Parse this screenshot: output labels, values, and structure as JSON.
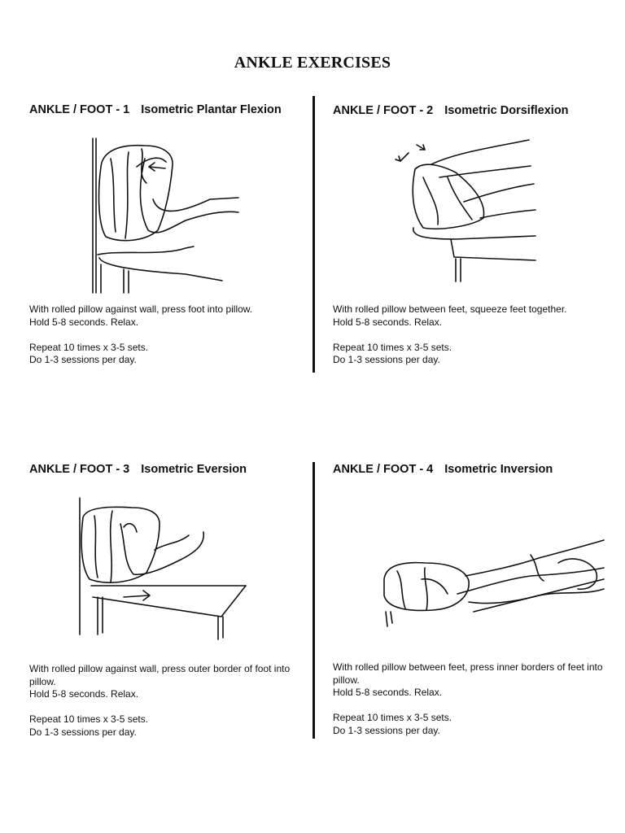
{
  "title": "ANKLE EXERCISES",
  "exercises": [
    {
      "label": "ANKLE / FOOT - 1",
      "name": "Isometric Plantar Flexion",
      "instruction": "With rolled pillow against wall, press foot into pillow.",
      "hold": "Hold 5-8 seconds. Relax.",
      "repeat": "Repeat 10 times x 3-5 sets.",
      "sessions": "Do 1-3 sessions per day."
    },
    {
      "label": "ANKLE / FOOT - 2",
      "name": "Isometric Dorsiflexion",
      "instruction": "With rolled pillow between feet, squeeze feet together.",
      "hold": "Hold 5-8 seconds. Relax.",
      "repeat": "Repeat 10 times x 3-5 sets.",
      "sessions": "Do 1-3 sessions per day."
    },
    {
      "label": "ANKLE / FOOT - 3",
      "name": "Isometric Eversion",
      "instruction": "With rolled pillow against wall, press outer border of foot into pillow.",
      "hold": "Hold 5-8 seconds. Relax.",
      "repeat": "Repeat 10 times x 3-5 sets.",
      "sessions": "Do 1-3 sessions per day."
    },
    {
      "label": "ANKLE / FOOT - 4",
      "name": "Isometric Inversion",
      "instruction": "With rolled pillow between feet, press inner borders of feet into pillow.",
      "hold": "Hold 5-8 seconds. Relax.",
      "repeat": "Repeat 10 times x 3-5 sets.",
      "sessions": "Do 1-3 sessions per day."
    }
  ]
}
